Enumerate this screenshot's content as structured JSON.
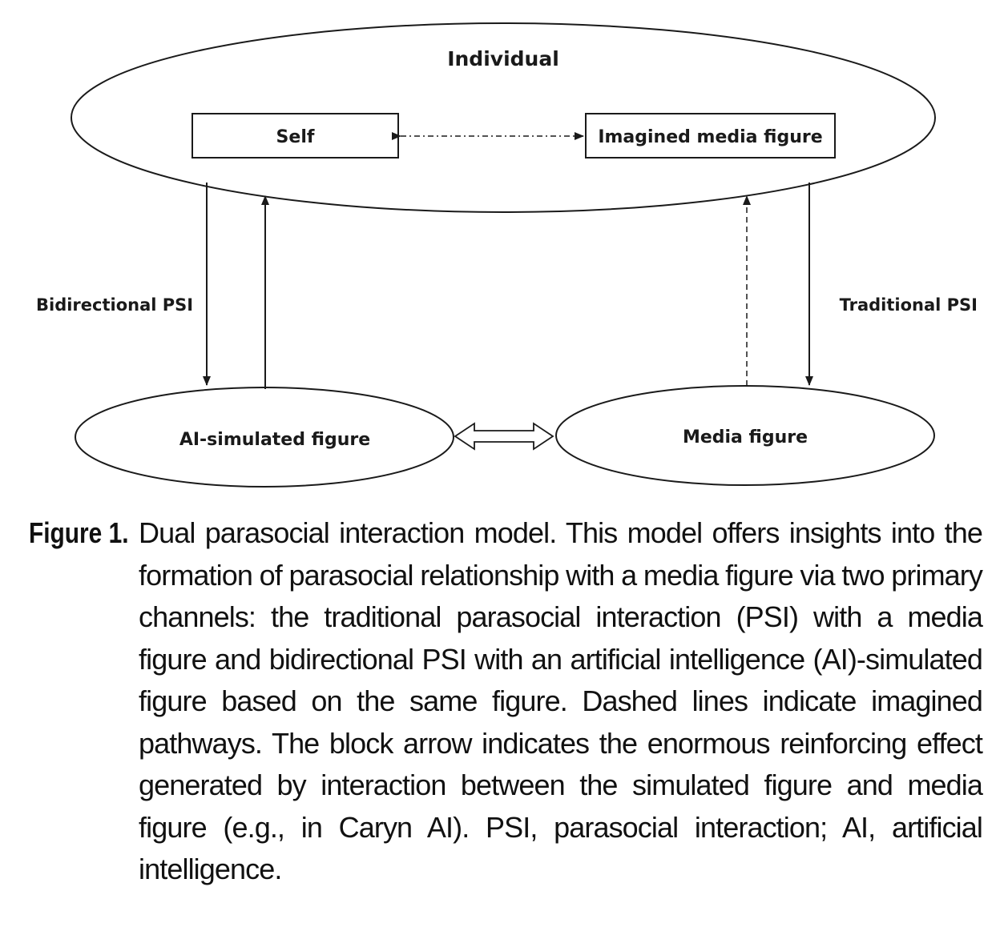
{
  "diagram": {
    "nodes": {
      "individual": "Individual",
      "self": "Self",
      "imagined_media_figure": "Imagined media figure",
      "ai_simulated_figure": "AI-simulated figure",
      "media_figure": "Media figure"
    },
    "edge_labels": {
      "bidirectional_psi": "Bidirectional PSI",
      "traditional_psi": "Traditional PSI"
    }
  },
  "caption": {
    "label": "Figure 1.",
    "text": "Dual parasocial interaction model. This model offers insights into the formation of parasocial relationship with a media figure via two primary channels: the traditional parasocial interaction (PSI) with a media figure and bidirectional PSI with an artificial intelligence (AI)-simulated figure based on the same figure. Dashed lines indicate imagined pathways. The block arrow indicates the enormous reinforcing effect generated by interaction between the simulated figure and media figure (e.g., in Caryn AI). PSI, parasocial interaction; AI, artificial intelligence."
  }
}
